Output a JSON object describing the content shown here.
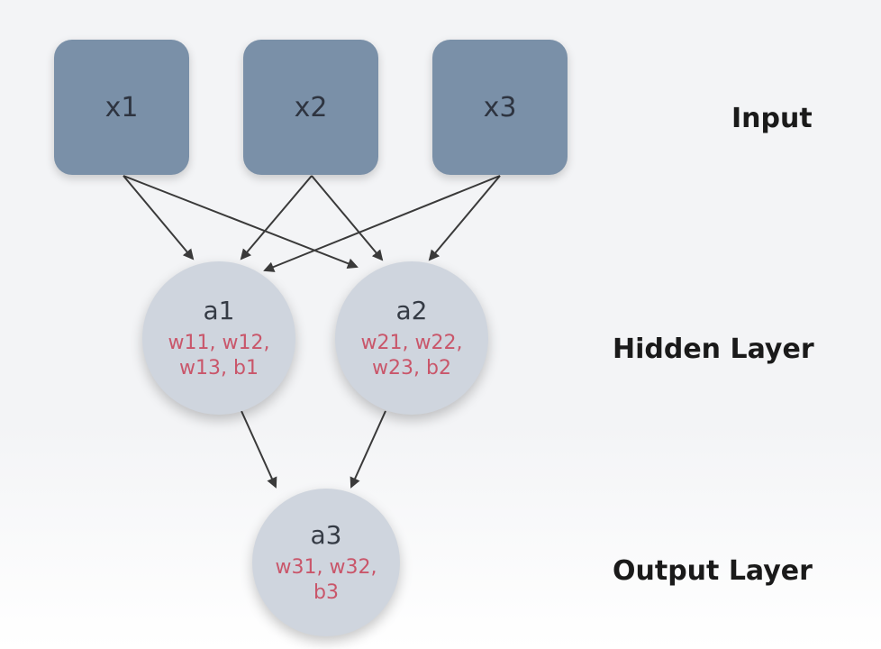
{
  "inputs": {
    "x1": "x1",
    "x2": "x2",
    "x3": "x3"
  },
  "hidden": {
    "a1": {
      "title": "a1",
      "weights": "w11, w12,\nw13, b1"
    },
    "a2": {
      "title": "a2",
      "weights": "w21, w22,\nw23, b2"
    }
  },
  "output": {
    "a3": {
      "title": "a3",
      "weights": "w31, w32,\nb3"
    }
  },
  "labels": {
    "input": "Input",
    "hidden": "Hidden Layer",
    "output": "Output Layer"
  },
  "colors": {
    "input_box": "#7a90a8",
    "node_circle": "#cfd5de",
    "weight_text": "#c9566a",
    "arrow": "#3a3a3a"
  }
}
